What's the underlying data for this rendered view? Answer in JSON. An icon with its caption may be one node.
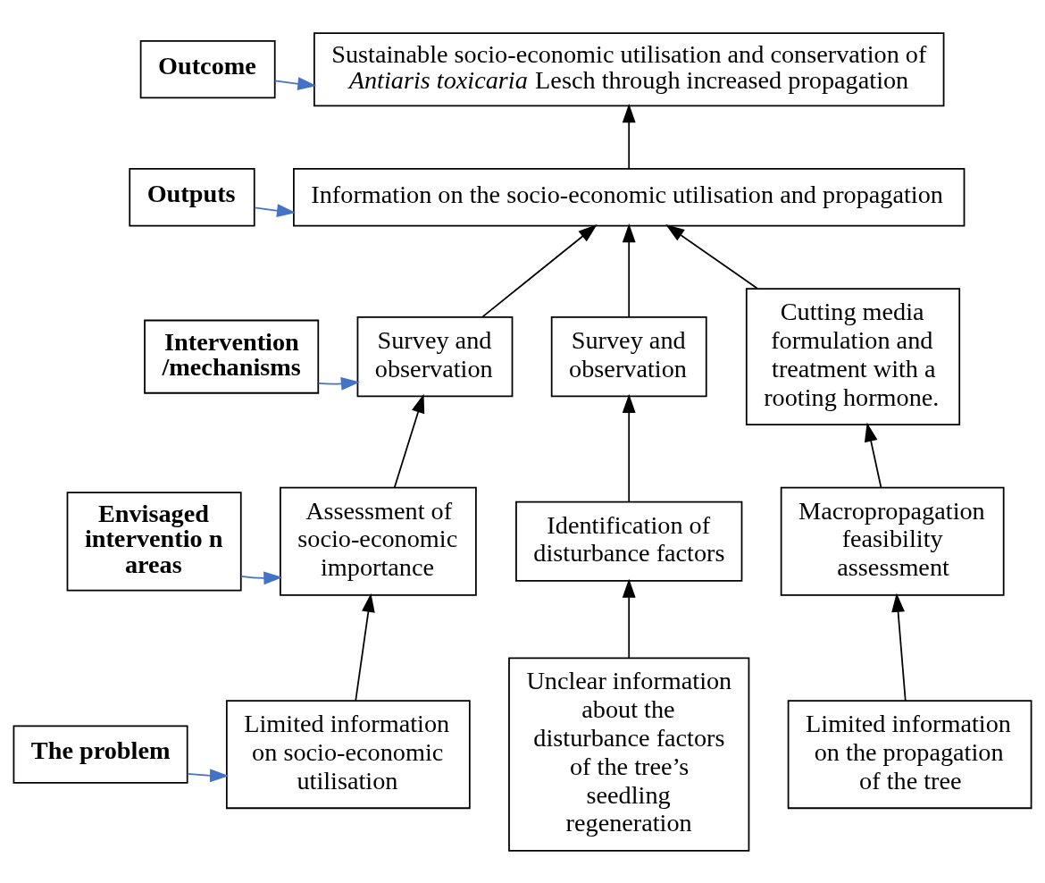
{
  "diagram": {
    "nodes": [
      {
        "text": [
          "Outcome"
        ]
      },
      {
        "text": [
          "Sustainable socio-economic utilisation and conservation of *Antiaris toxicaria* Lesch through increased propagation"
        ]
      },
      {
        "text": [
          "Outputs"
        ]
      },
      {
        "text": [
          "Information on the socio-economic utilisation and propagation"
        ]
      },
      {
        "text": [
          "Intervention /mechanisms"
        ]
      },
      {
        "text": [
          "Survey and observation"
        ]
      },
      {
        "text": [
          "Survey and observation"
        ]
      },
      {
        "text": [
          "Cutting media formulation and treatment with a rooting hormone."
        ]
      },
      {
        "text": [
          "Envisaged interventio n areas"
        ]
      },
      {
        "text": [
          "Assessment of socio-economic importance"
        ]
      },
      {
        "text": [
          "Identification of disturbance factors"
        ]
      },
      {
        "text": [
          "Macropropagation feasibility assessment"
        ]
      },
      {
        "text": [
          "The problem"
        ]
      },
      {
        "text": [
          "Limited information on socio-economic utilisation"
        ]
      },
      {
        "text": [
          "Unclear information about the disturbance factors of the tree’s seedling regeneration"
        ]
      },
      {
        "text": [
          "Limited information on the propagation of the tree"
        ]
      }
    ],
    "edges": [
      {
        "from": 0,
        "to": 1,
        "arrow": "to",
        "color": "#4472c4"
      },
      {
        "from": 2,
        "to": 3,
        "arrow": "to",
        "color": "#4472c4"
      },
      {
        "from": 4,
        "to": 5,
        "arrow": "to",
        "color": "#4472c4"
      },
      {
        "from": 8,
        "to": 9,
        "arrow": "to",
        "color": "#4472c4"
      },
      {
        "from": 12,
        "to": 13,
        "arrow": "to",
        "color": "#4472c4"
      },
      {
        "from": 13,
        "to": 9,
        "arrow": "to"
      },
      {
        "from": 14,
        "to": 10,
        "arrow": "to"
      },
      {
        "from": 15,
        "to": 11,
        "arrow": "to"
      },
      {
        "from": 9,
        "to": 5,
        "arrow": "to"
      },
      {
        "from": 10,
        "to": 6,
        "arrow": "to"
      },
      {
        "from": 11,
        "to": 7,
        "arrow": "to"
      },
      {
        "from": 5,
        "to": 3,
        "arrow": "to"
      },
      {
        "from": 6,
        "to": 3,
        "arrow": "to"
      },
      {
        "from": 7,
        "to": 3,
        "arrow": "to"
      },
      {
        "from": 3,
        "to": 1,
        "arrow": "to"
      }
    ]
  }
}
